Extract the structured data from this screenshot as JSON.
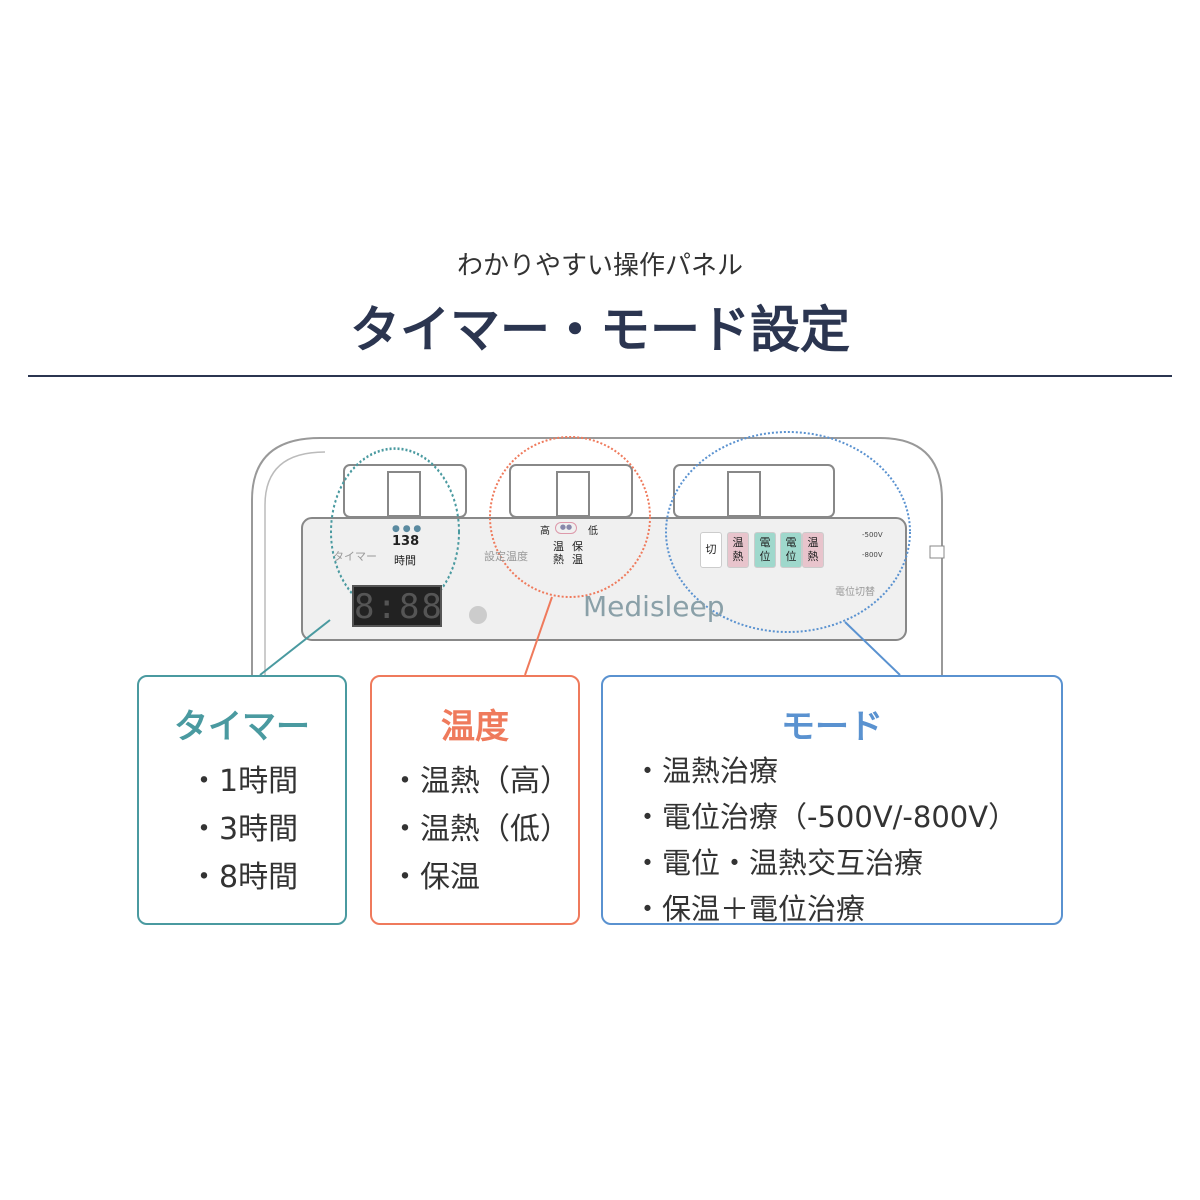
{
  "header": {
    "subtitle": "わかりやすい操作パネル",
    "title": "タイマー・モード設定"
  },
  "panel": {
    "timer_label": "タイマー",
    "timer_hours": "138",
    "timer_unit": "時間",
    "display": "8:88",
    "temp_label": "設定温度",
    "temp_high": "高",
    "temp_low": "低",
    "temp_heat": "温熱",
    "temp_keep": "保温",
    "brand": "Medisleep",
    "mode_buttons": [
      "切",
      "温熱",
      "電位",
      "電位",
      "温熱"
    ],
    "volt_500": "-500V",
    "volt_800": "-800V",
    "volt_switch": "電位切替"
  },
  "boxes": {
    "timer": {
      "title": "タイマー",
      "items": [
        "・1時間",
        "・3時間",
        "・8時間"
      ],
      "color": "#4a9aa0"
    },
    "temp": {
      "title": "温度",
      "items": [
        "・温熱（高）",
        "・温熱（低）",
        "・保温"
      ],
      "color": "#ef7a5c"
    },
    "mode": {
      "title": "モード",
      "items": [
        "・温熱治療",
        "・電位治療（-500V/-800V）",
        "・電位・温熱交互治療",
        "・保温＋電位治療"
      ],
      "color": "#5a92d0"
    }
  }
}
